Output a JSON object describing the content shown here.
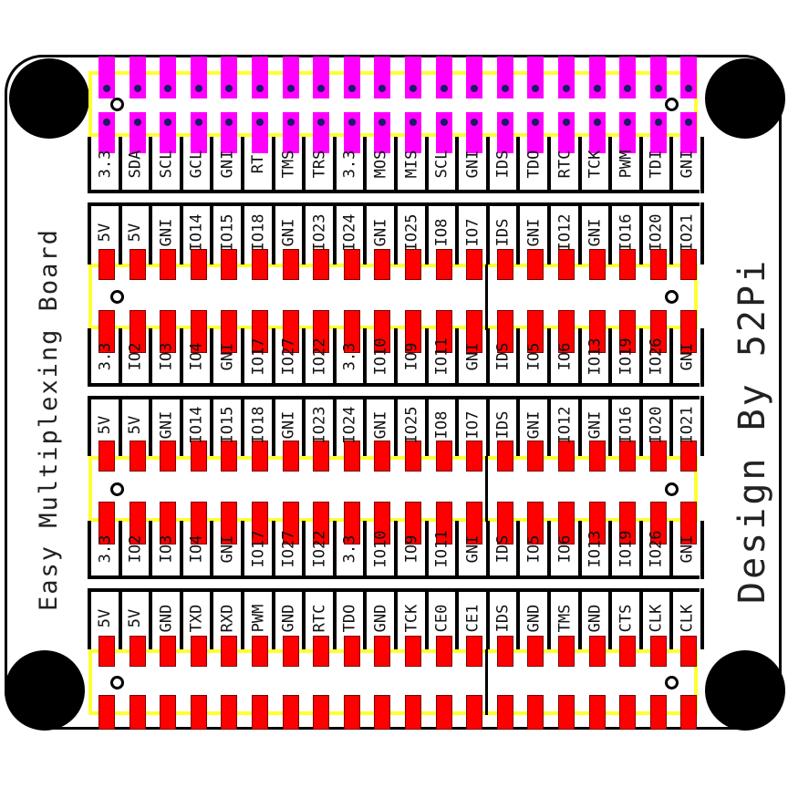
{
  "board": {
    "title": "Easy Multiplexing Board",
    "credit": "Design By 52Pi",
    "colors": {
      "outline": "#000000",
      "silk_yellow": "#ffff33",
      "pad_gpio_header": "#ff00ff",
      "pad_breakout": "#ff0000",
      "mounting_hole": "#000000"
    },
    "pin_columns": 20
  },
  "label_rows": [
    {
      "id": "row-a",
      "labels": [
        "3.3",
        "SDA",
        "SCL",
        "GCL",
        "GNI",
        "RT",
        "TMS",
        "TRS",
        "3.3",
        "MOS",
        "MIS",
        "SCL",
        "GNI",
        "IDS",
        "TDO",
        "RTC",
        "TCK",
        "PWM",
        "TDI",
        "GNI"
      ]
    },
    {
      "id": "row-b",
      "labels": [
        "5V",
        "5V",
        "GNI",
        "IO14",
        "IO15",
        "IO18",
        "GNI",
        "IO23",
        "IO24",
        "GNI",
        "IO25",
        "IO8",
        "IO7",
        "IDS",
        "GNI",
        "IO12",
        "GNI",
        "IO16",
        "IO20",
        "IO21"
      ]
    },
    {
      "id": "row-c",
      "labels": [
        "3.3",
        "IO2",
        "IO3",
        "IO4",
        "GNI",
        "IO17",
        "IO27",
        "IO22",
        "3.3",
        "IO10",
        "IO9",
        "IO11",
        "GNI",
        "IDS",
        "IO5",
        "IO6",
        "IO13",
        "IO19",
        "IO26",
        "GNI"
      ]
    },
    {
      "id": "row-d",
      "labels": [
        "5V",
        "5V",
        "GNI",
        "IO14",
        "IO15",
        "IO18",
        "GNI",
        "IO23",
        "IO24",
        "GNI",
        "IO25",
        "IO8",
        "IO7",
        "IDS",
        "GNI",
        "IO12",
        "GNI",
        "IO16",
        "IO20",
        "IO21"
      ]
    },
    {
      "id": "row-e",
      "labels": [
        "3.3",
        "IO2",
        "IO3",
        "IO4",
        "GNI",
        "IO17",
        "IO27",
        "IO22",
        "3.3",
        "IO10",
        "IO9",
        "IO11",
        "GNI",
        "IDS",
        "IO5",
        "IO6",
        "IO13",
        "IO19",
        "IO26",
        "GNI"
      ]
    },
    {
      "id": "row-f",
      "labels": [
        "5V",
        "5V",
        "GND",
        "TXD",
        "RXD",
        "PWM",
        "GND",
        "RTC",
        "TDO",
        "GND",
        "TCK",
        "CE0",
        "CE1",
        "IDS",
        "GND",
        "TMS",
        "GND",
        "CTS",
        "CLK",
        "CLK"
      ]
    },
    {
      "id": "row-e-secondary",
      "labels": [
        "",
        "",
        "",
        "TXD",
        "RXD",
        "PWM",
        "",
        "RTC",
        "TDO",
        "",
        "TCK",
        "CE0",
        "CE",
        "IDS",
        "",
        "TMS",
        "",
        "CTS",
        "CLK",
        "CLK"
      ]
    }
  ],
  "headers": [
    {
      "id": "gpio-header",
      "pad_color": "magenta"
    },
    {
      "id": "breakout-header-1",
      "pad_color": "red"
    },
    {
      "id": "breakout-header-2",
      "pad_color": "red"
    },
    {
      "id": "breakout-header-3",
      "pad_color": "red"
    }
  ]
}
